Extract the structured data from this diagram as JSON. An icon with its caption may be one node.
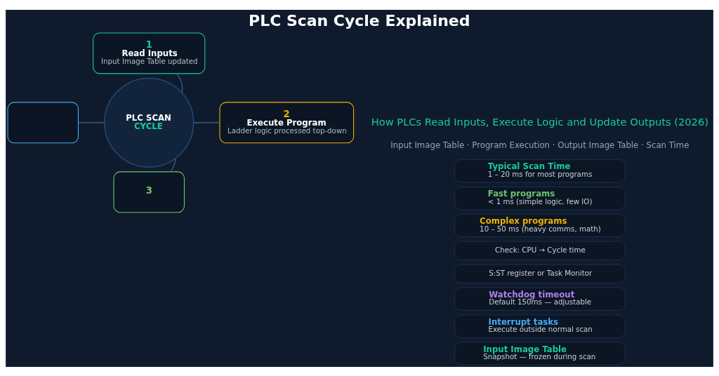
{
  "diagram": {
    "title": "PLC Scan Cycle Explained",
    "nodes": [
      {
        "text": [
          "PLC SCAN",
          "CYCLE"
        ]
      },
      {
        "text": [
          "1",
          "Read Inputs",
          "Input Image Table updated"
        ]
      },
      {
        "text": [
          "2",
          "Execute Program",
          "Ladder logic processed top-down"
        ]
      },
      {
        "text": [
          "3"
        ]
      },
      {
        "text": [],
        "shape": "box"
      },
      {
        "text": [
          "Typical Scan Time",
          "1 – 20 ms for most programs"
        ]
      },
      {
        "text": [
          "Fast programs",
          "< 1 ms (simple logic, few IO)"
        ]
      },
      {
        "text": [
          "Complex programs",
          "10 – 50 ms (heavy comms, math)"
        ]
      },
      {
        "text": [
          "Check: CPU → Cycle time"
        ]
      },
      {
        "text": [
          "S:ST register or Task Monitor"
        ]
      },
      {
        "text": [
          "Watchdog timeout",
          "Default 150ms — adjustable"
        ]
      },
      {
        "text": [
          "Interrupt tasks",
          "Execute outside normal scan"
        ]
      },
      {
        "text": [
          "Input Image Table",
          "Snapshot — frozen during scan"
        ]
      }
    ],
    "edges": [
      {
        "from": 0,
        "to": 1,
        "arrow": "none"
      },
      {
        "from": 0,
        "to": 2,
        "arrow": "none"
      },
      {
        "from": 0,
        "to": 3,
        "arrow": "none"
      },
      {
        "from": 0,
        "to": 4,
        "arrow": "none"
      }
    ],
    "labels": [
      "How PLCs Read Inputs, Execute Logic and Update Outputs (2026)",
      "Input Image Table · Program Execution · Output Image Table · Scan Time"
    ]
  }
}
